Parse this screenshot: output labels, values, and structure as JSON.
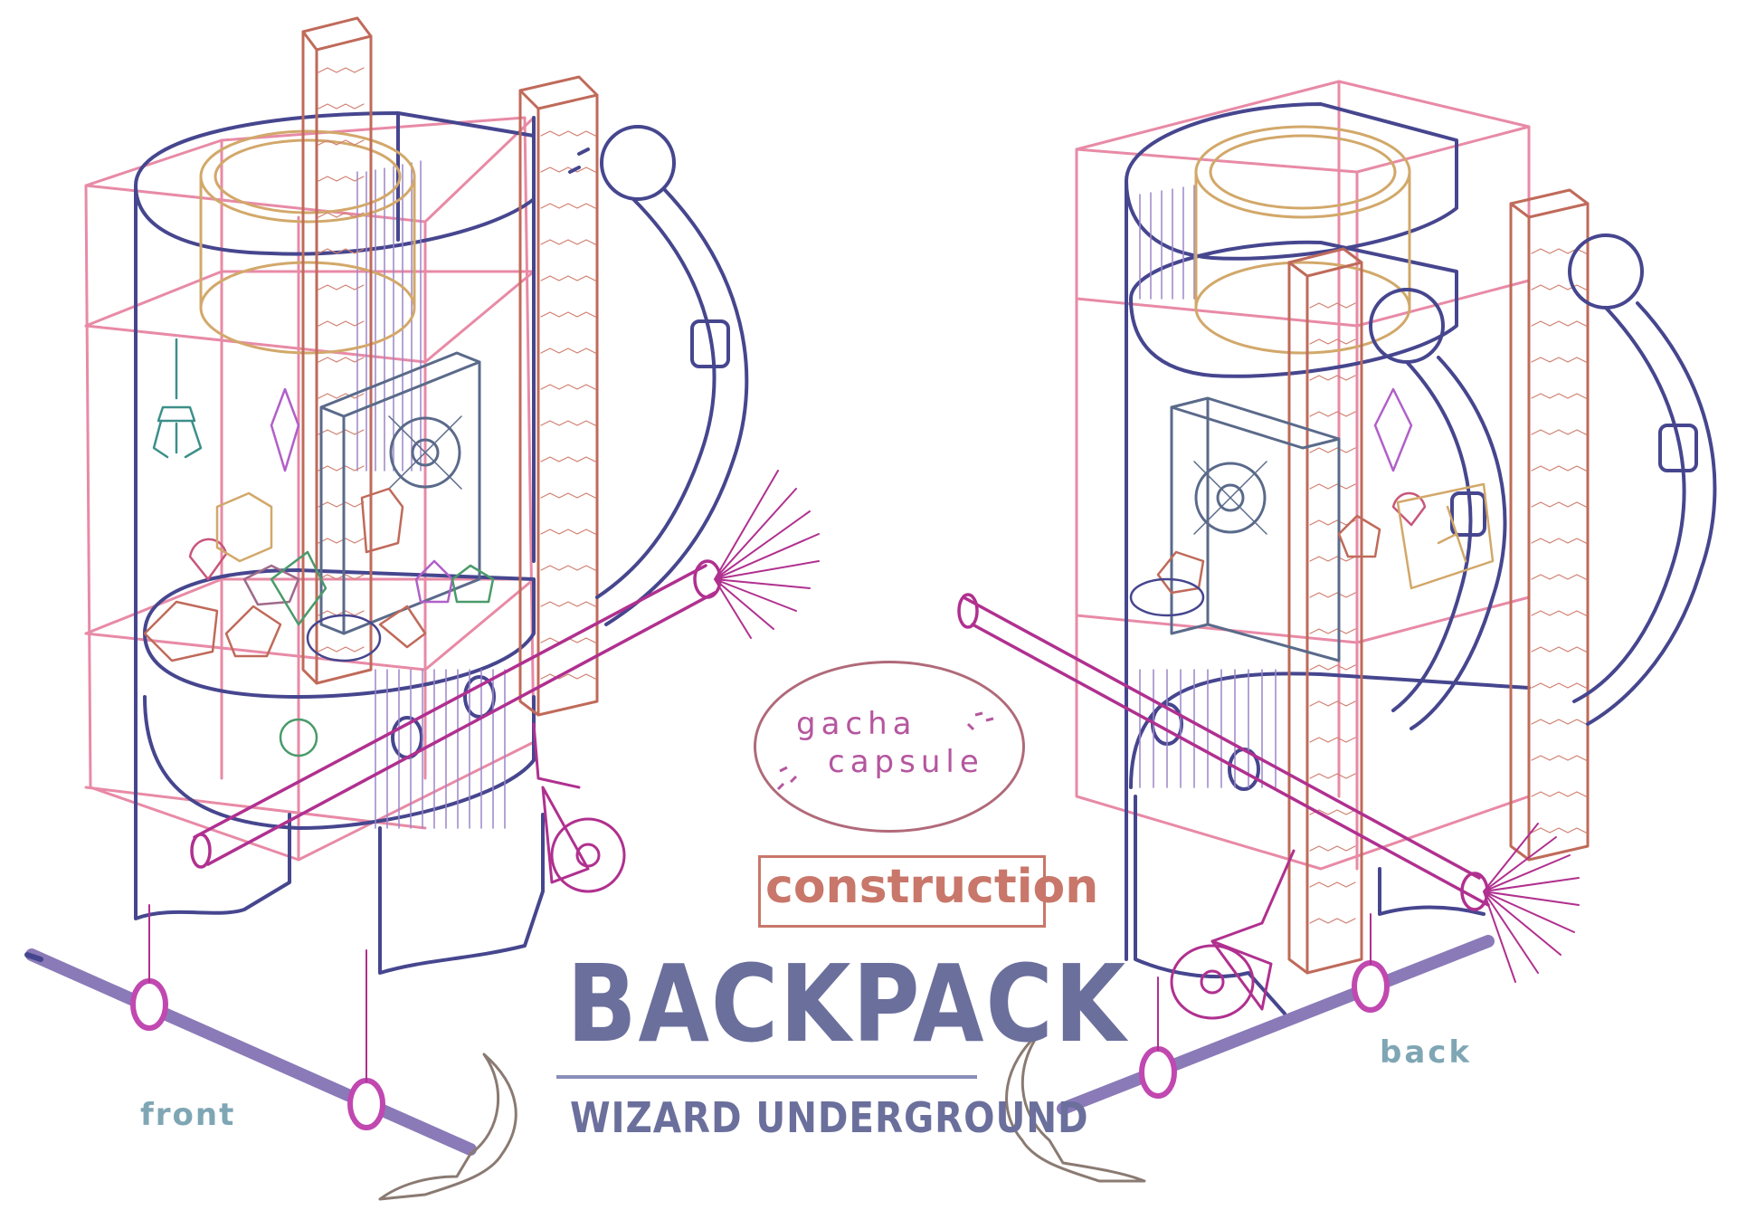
{
  "title": "BACKPACK",
  "subtitle": "WIZARD UNDERGROUND",
  "construction_label": "construction",
  "gacha_label_line1": "gacha",
  "gacha_label_line2": "capsule",
  "view_front": "front",
  "view_back": "back",
  "colors": {
    "title": "#6b6f9c",
    "construction": "#c8776a",
    "gacha": "#b5569f",
    "view_labels": "#7fa6b4",
    "frame_pink": "#e88aa6",
    "body_navy": "#46468f",
    "brick": "#c06a5a",
    "purple": "#b060c8",
    "magenta": "#b0308f",
    "teal": "#3d8f8a",
    "green": "#4a9a6a",
    "gold": "#d2a86a",
    "pickaxe": "#8a7a72",
    "rod": "#8a7ab8"
  },
  "illustrations": [
    {
      "name": "front-view",
      "view": "front"
    },
    {
      "name": "back-view",
      "view": "back"
    }
  ]
}
